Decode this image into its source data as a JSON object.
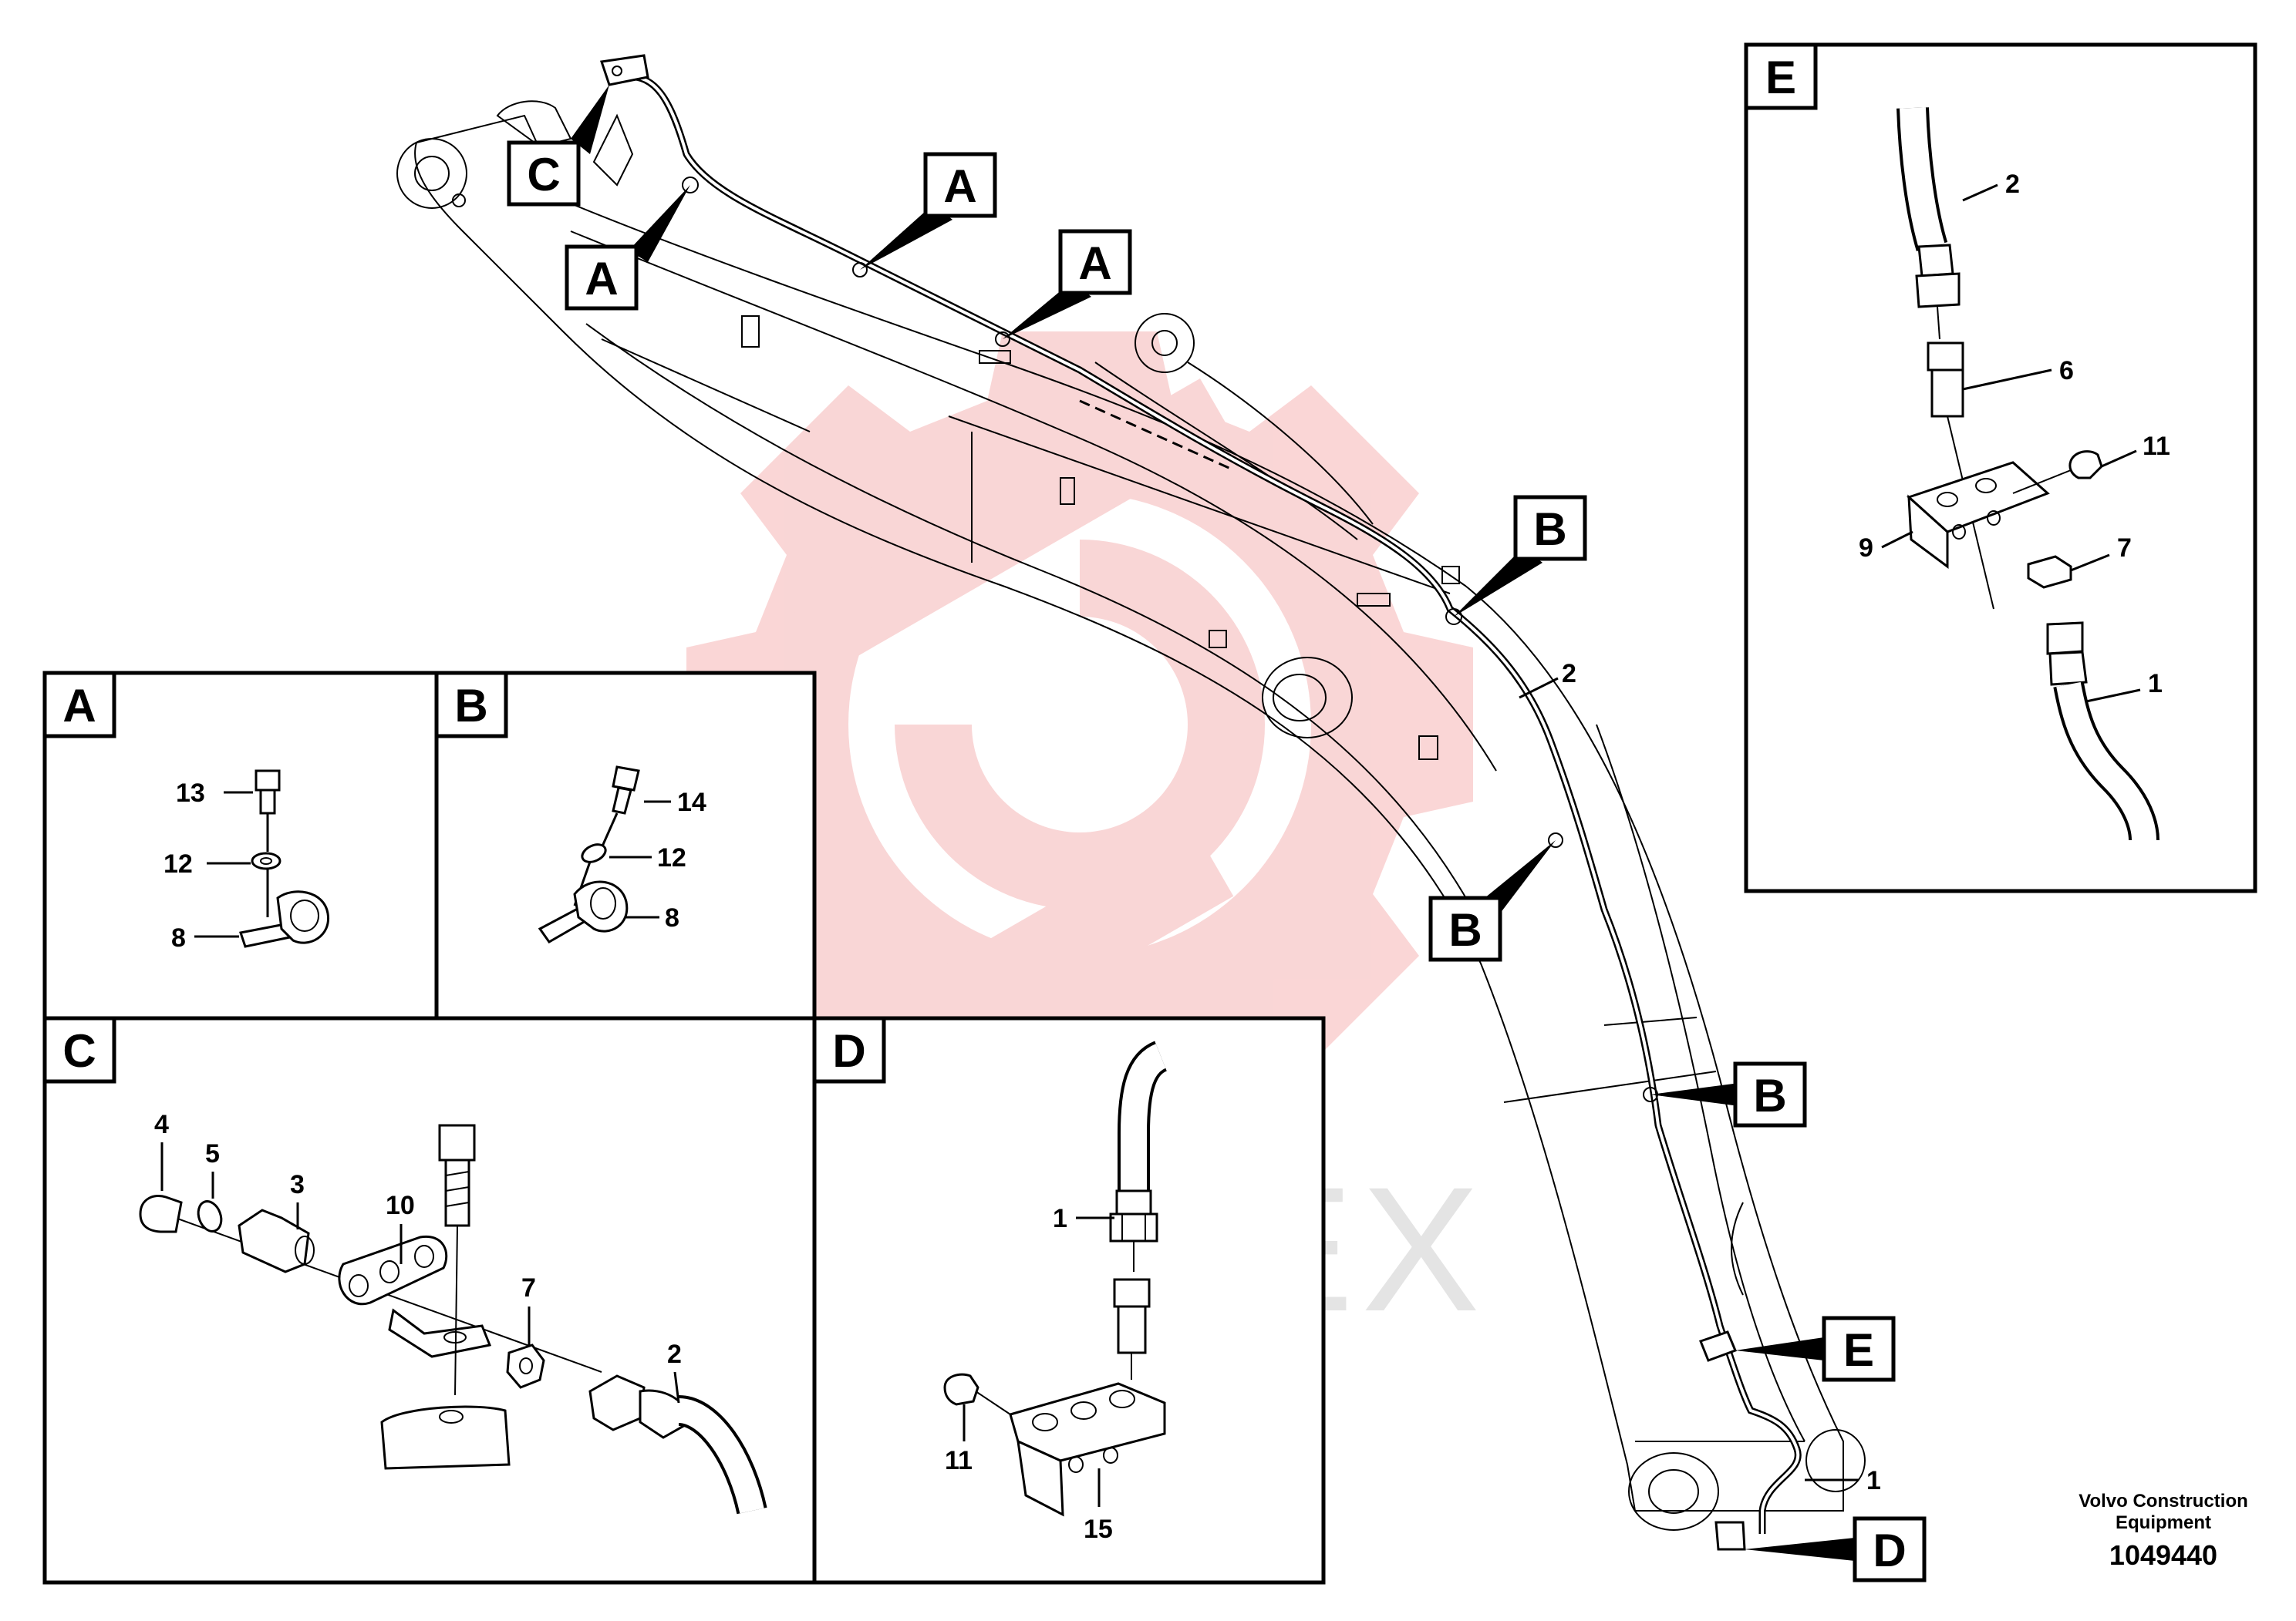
{
  "watermark": {
    "text": "ИНТЕХ",
    "color": "#f5b5b5"
  },
  "callouts": {
    "a": "A",
    "b": "B",
    "c": "C",
    "d": "D",
    "e": "E"
  },
  "numbers": {
    "n1": "1",
    "n2": "2",
    "n3": "3",
    "n4": "4",
    "n5": "5",
    "n6": "6",
    "n7": "7",
    "n8": "8",
    "n9": "9",
    "n10": "10",
    "n11": "11",
    "n12": "12",
    "n13": "13",
    "n14": "14",
    "n15": "15"
  },
  "footer": {
    "company_line1": "Volvo Construction",
    "company_line2": "Equipment",
    "drawing_number": "1049440"
  }
}
